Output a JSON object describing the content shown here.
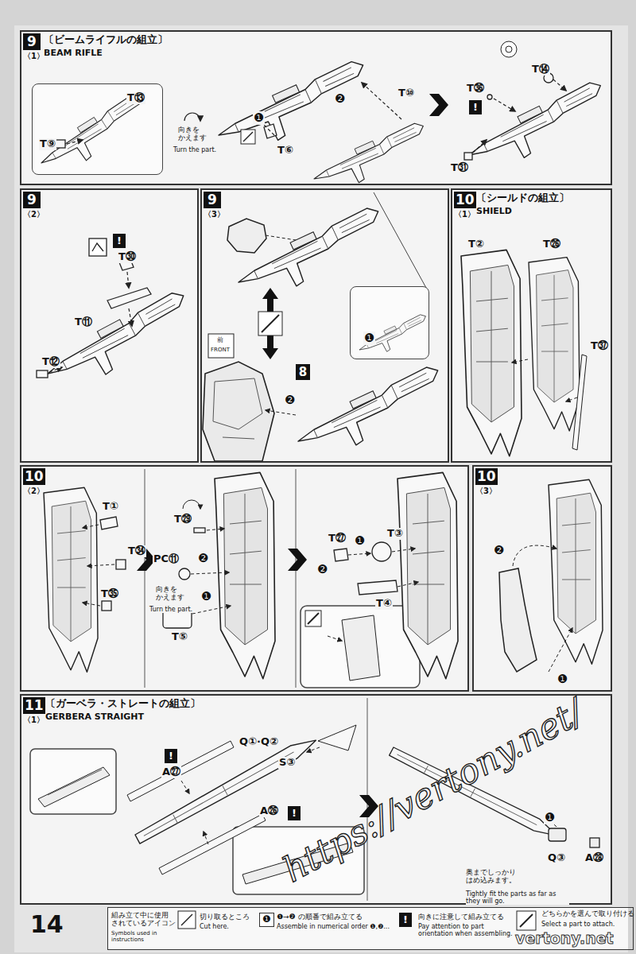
{
  "diagram": {
    "nodes": [
      {
        "text": [
          "9",
          "〈1〉",
          "〔ビームライフルの組立〕",
          "BEAM RIFLE"
        ]
      },
      {
        "text": [
          "T⑬",
          "T⑨"
        ],
        "in": 0
      },
      {
        "text": [
          "9",
          "〈2〉"
        ]
      },
      {
        "text": [
          "9",
          "〈3〉"
        ]
      },
      {
        "text": [
          "❶"
        ],
        "in": 3
      },
      {
        "text": [
          "10",
          "〈1〉",
          "〔シールドの組立〕",
          "SHIELD"
        ]
      },
      {
        "text": [
          "10",
          "〈2〉"
        ]
      },
      {
        "text": [
          "10",
          "〈3〉"
        ]
      },
      {
        "text": [
          "11",
          "〈1〉",
          "〔ガーベラ・ストレートの組立〕",
          "GERBERA STRAIGHT"
        ]
      },
      {
        "text": [
          "組み立て中に使用 されているアイコン",
          "Symbols used in instructions",
          "切り取るところ",
          "Cut here.",
          "❶",
          "❶→❷ の順番で組み立てる",
          "Assemble in numerical order ❶,❷...",
          "!",
          "向きに注意して組み立てる",
          "Pay attention to part orientation when assembling.",
          "どちらかを選んで取り付ける",
          "Select a part to attach."
        ]
      }
    ],
    "labels": [
      "向きを かえます",
      "Turn the part.",
      "❷",
      "T⑩",
      "❶",
      "T⑥",
      "T⑭",
      "T㊱",
      "!",
      "T㉛",
      "!",
      "T㉚",
      "T⑪",
      "T⑫",
      "前",
      "FRONT",
      "8",
      "❷",
      "T②",
      "T㉖",
      "T㊲",
      "T①",
      "T㉞",
      "T㉟",
      "向きを かえます",
      "Turn the part.",
      "T㉙",
      "PC⑪",
      "❷",
      "❶",
      "T⑤",
      "T㉗",
      "❶",
      "T③",
      "❷",
      "T④",
      "❷",
      "❶",
      "!",
      "A㉗",
      "Q①·Q②",
      "S③",
      "A㉖",
      "!",
      "❶",
      "Q③",
      "A㉘",
      "奥までしっかり はめ込みます。",
      "Tightly fit the parts as far as they will go.",
      "14",
      "https://vertony.net/",
      "vertony.net"
    ]
  }
}
